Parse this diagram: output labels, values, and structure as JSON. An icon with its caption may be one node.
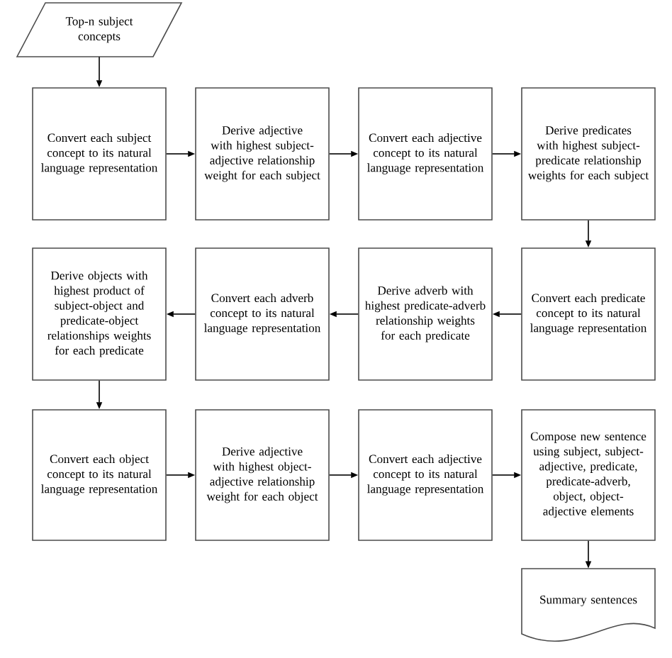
{
  "diagram": {
    "nodes": [
      {
        "text": [
          "Top-n subject concepts"
        ]
      },
      {
        "text": [
          "Convert each subject concept to its natural language representation"
        ]
      },
      {
        "text": [
          "Derive adjective with highest subject-adjective relationship weight for each subject"
        ]
      },
      {
        "text": [
          "Convert each adjective concept to its natural language representation"
        ]
      },
      {
        "text": [
          "Derive predicates with highest subject-predicate relationship weights for each subject"
        ]
      },
      {
        "text": [
          "Convert each predicate concept to its natural language representation"
        ]
      },
      {
        "text": [
          "Derive adverb with highest predicate-adverb relationship weights for each predicate"
        ]
      },
      {
        "text": [
          "Convert each adverb concept to its natural language representation"
        ]
      },
      {
        "text": [
          "Derive objects with highest product of subject-object and predicate-object relationships weights for each predicate"
        ]
      },
      {
        "text": [
          "Convert each object concept to its natural language representation"
        ]
      },
      {
        "text": [
          "Derive adjective with highest object-adjective relationship weight for each object"
        ]
      },
      {
        "text": [
          "Convert each adjective concept to its natural language representation"
        ]
      },
      {
        "text": [
          "Compose new sentence using subject, subject-adjective, predicate, predicate-adverb, object, object-adjective elements"
        ]
      },
      {
        "text": [
          "Summary sentences"
        ]
      }
    ],
    "edges": [
      {
        "from": 0,
        "to": 1,
        "arrow": "to"
      },
      {
        "from": 1,
        "to": 2,
        "arrow": "to"
      },
      {
        "from": 2,
        "to": 3,
        "arrow": "to"
      },
      {
        "from": 3,
        "to": 4,
        "arrow": "to"
      },
      {
        "from": 4,
        "to": 5,
        "arrow": "to"
      },
      {
        "from": 5,
        "to": 6,
        "arrow": "to"
      },
      {
        "from": 6,
        "to": 7,
        "arrow": "to"
      },
      {
        "from": 7,
        "to": 8,
        "arrow": "to"
      },
      {
        "from": 8,
        "to": 9,
        "arrow": "to"
      },
      {
        "from": 9,
        "to": 10,
        "arrow": "to"
      },
      {
        "from": 10,
        "to": 11,
        "arrow": "to"
      },
      {
        "from": 11,
        "to": 12,
        "arrow": "to"
      },
      {
        "from": 12,
        "to": 13,
        "arrow": "to"
      }
    ]
  }
}
